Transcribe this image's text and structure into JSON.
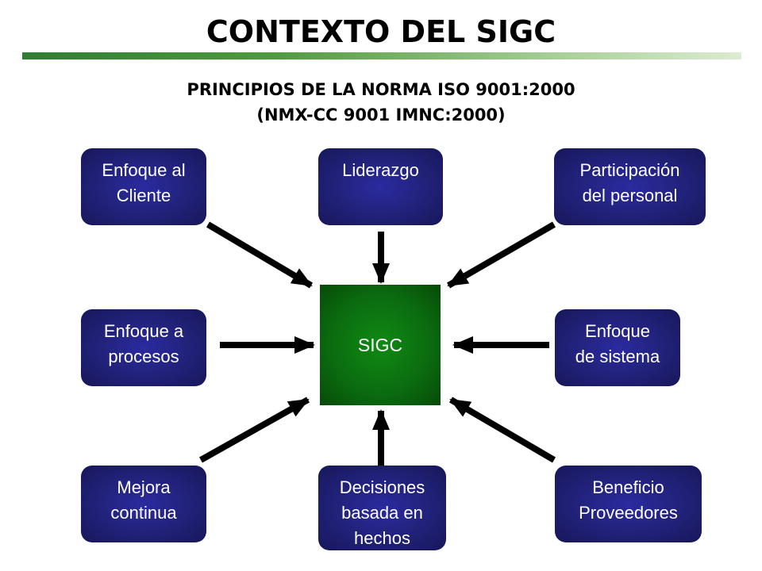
{
  "title": "CONTEXTO DEL SIGC",
  "subtitle": {
    "line1": "PRINCIPIOS DE LA NORMA ISO 9001:2000",
    "line2": "(NMX-CC 9001 IMNC:2000)"
  },
  "center": {
    "label": "SIGC"
  },
  "principles": {
    "top_left": {
      "line1": "Enfoque al",
      "line2": "Cliente"
    },
    "top_center": {
      "line1": "Liderazgo"
    },
    "top_right": {
      "line1": "Participación",
      "line2": "del personal"
    },
    "middle_left": {
      "line1": "Enfoque a",
      "line2": "procesos"
    },
    "middle_right": {
      "line1": "Enfoque",
      "line2": "de sistema"
    },
    "bottom_left": {
      "line1": "Mejora",
      "line2": "continua"
    },
    "bottom_center": {
      "line1": "Decisiones",
      "line2": "basada en",
      "line3": "hechos"
    },
    "bottom_right": {
      "line1": "Beneficio",
      "line2": "Proveedores"
    }
  },
  "colors": {
    "principle_box": "#23237f",
    "center_box": "#0b6a0f",
    "arrows": "#000000",
    "title_bar": "#2e7d32"
  }
}
